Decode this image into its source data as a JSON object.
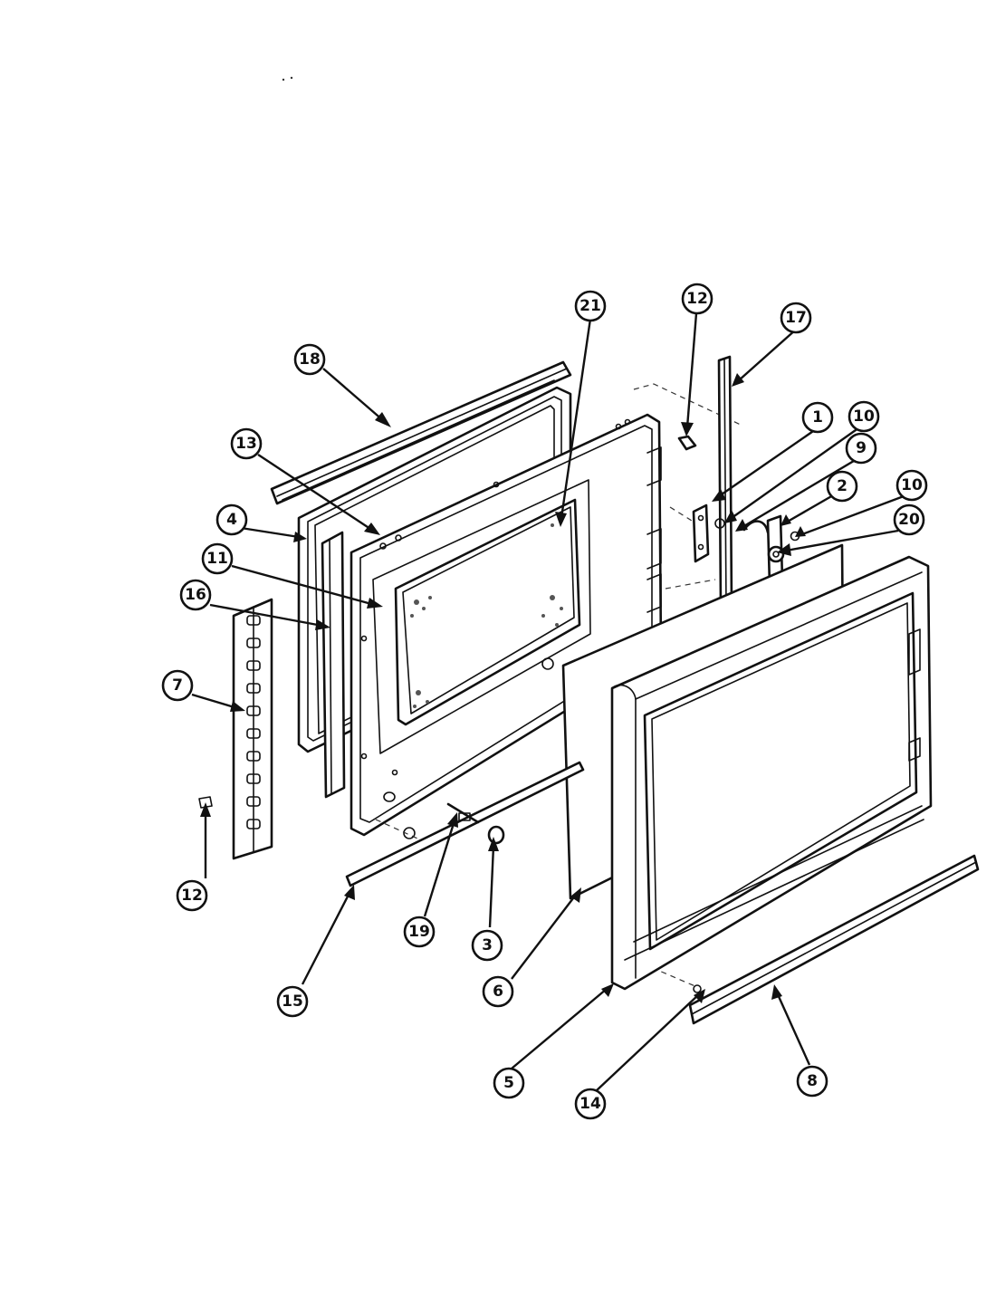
{
  "diagram": {
    "callouts": [
      {
        "id": "1",
        "label": "1"
      },
      {
        "id": "2",
        "label": "2"
      },
      {
        "id": "3",
        "label": "3"
      },
      {
        "id": "4",
        "label": "4"
      },
      {
        "id": "5",
        "label": "5"
      },
      {
        "id": "6",
        "label": "6"
      },
      {
        "id": "7",
        "label": "7"
      },
      {
        "id": "8",
        "label": "8"
      },
      {
        "id": "9",
        "label": "9"
      },
      {
        "id": "10a",
        "label": "10"
      },
      {
        "id": "10b",
        "label": "10"
      },
      {
        "id": "11",
        "label": "11"
      },
      {
        "id": "12a",
        "label": "12"
      },
      {
        "id": "12b",
        "label": "12"
      },
      {
        "id": "13",
        "label": "13"
      },
      {
        "id": "14",
        "label": "14"
      },
      {
        "id": "15",
        "label": "15"
      },
      {
        "id": "16",
        "label": "16"
      },
      {
        "id": "17",
        "label": "17"
      },
      {
        "id": "18",
        "label": "18"
      },
      {
        "id": "19",
        "label": "19"
      },
      {
        "id": "20",
        "label": "20"
      },
      {
        "id": "21",
        "label": "21"
      }
    ]
  }
}
